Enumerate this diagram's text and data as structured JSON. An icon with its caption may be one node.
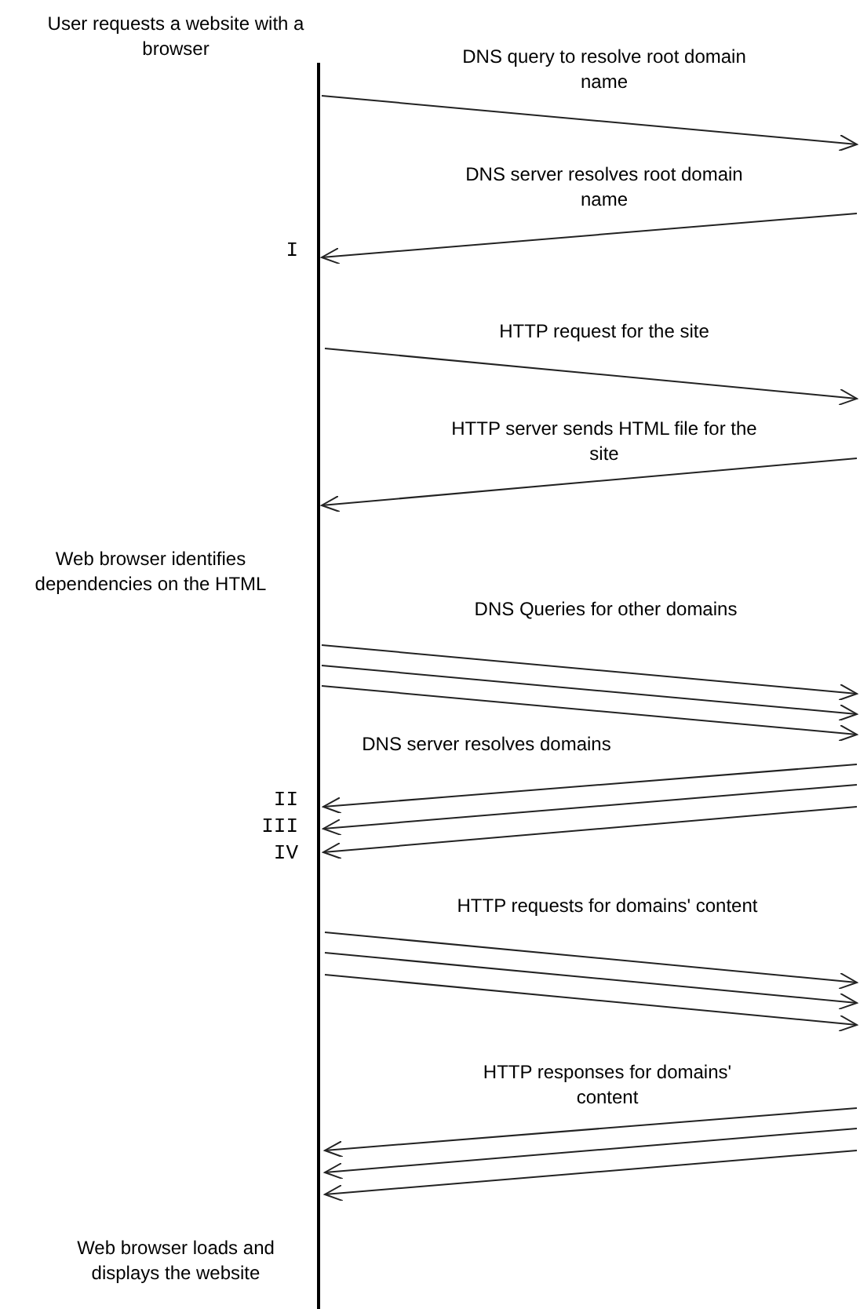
{
  "diagram": {
    "labels": [
      "User requests a website with a browser",
      "DNS query to resolve root domain name",
      "DNS server resolves root domain name",
      "I",
      "HTTP request for the site",
      "HTTP server sends HTML file for the site",
      "Web browser identifies dependencies on the HTML",
      "DNS Queries for other domains",
      "DNS server resolves domains",
      "II",
      "III",
      "IV",
      "HTTP requests for domains' content",
      "HTTP responses for domains' content",
      "Web browser loads and displays the website"
    ]
  }
}
